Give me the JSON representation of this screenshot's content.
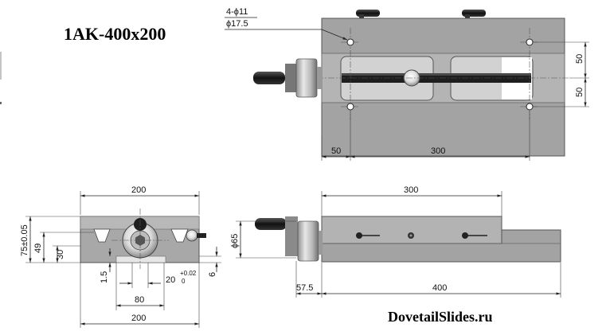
{
  "title": "1AK-400x200",
  "website": "DovetailSlides.ru",
  "top_view": {
    "hole_count_label": "4-ϕ11",
    "hole_counterbore_label": "ϕ17.5",
    "dim_left_offset": "50",
    "dim_hole_spacing": "300",
    "dim_upper_half": "50",
    "dim_lower_half": "50"
  },
  "end_view": {
    "width_top": "200",
    "width_bottom": "200",
    "height_total": "75±0.05",
    "height_dovetail": "49",
    "height_slot": "30",
    "slot_depth": "6",
    "step": "1.5",
    "slot_width_main": "20",
    "slot_tol_upper": "+0.02",
    "slot_tol_lower": "0",
    "base_width": "80"
  },
  "side_view": {
    "top_length": "300",
    "handwheel_diameter": "ϕ65",
    "handwheel_offset": "57.5",
    "base_length": "400"
  }
}
